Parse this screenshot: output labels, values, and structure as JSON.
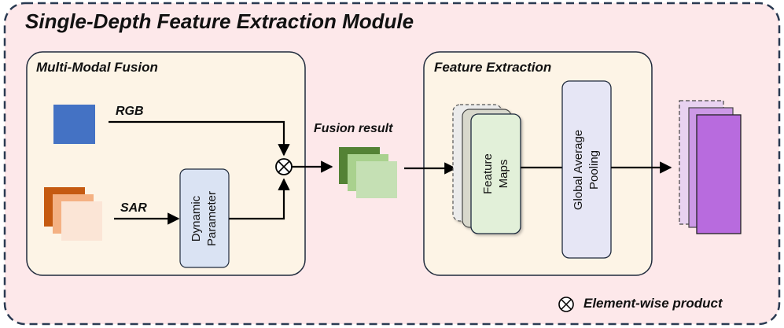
{
  "module_title": "Single-Depth Feature Extraction Module",
  "fusion_panel": {
    "title": "Multi-Modal Fusion",
    "rgb_label": "RGB",
    "sar_label": "SAR",
    "dynamic_parameter": [
      "Dynamic",
      "Parameter"
    ]
  },
  "fusion_result_label": "Fusion result",
  "extraction_panel": {
    "title": "Feature Extraction",
    "feature_maps": [
      "Feature",
      "Maps"
    ],
    "gap": [
      "Global Average",
      "Pooling"
    ]
  },
  "legend": {
    "symbol": "⊗",
    "text": "Element-wise product"
  },
  "colors": {
    "outer_bg": "#fde8ea",
    "outer_border": "#2a3a52",
    "panel_bg": "#fdf4e6",
    "rgb": "#4472c4",
    "sar": [
      "#c55a11",
      "#f4b183",
      "#fbe5d6"
    ],
    "fusion": [
      "#548235",
      "#a9d18e",
      "#c5e0b4"
    ],
    "feature_maps": "#e2f0d9",
    "gap": "#e6e6f5",
    "dynamic_parameter": "#dae3f3",
    "output": [
      "#e8d2f0",
      "#cc99e6",
      "#b86bde"
    ]
  }
}
